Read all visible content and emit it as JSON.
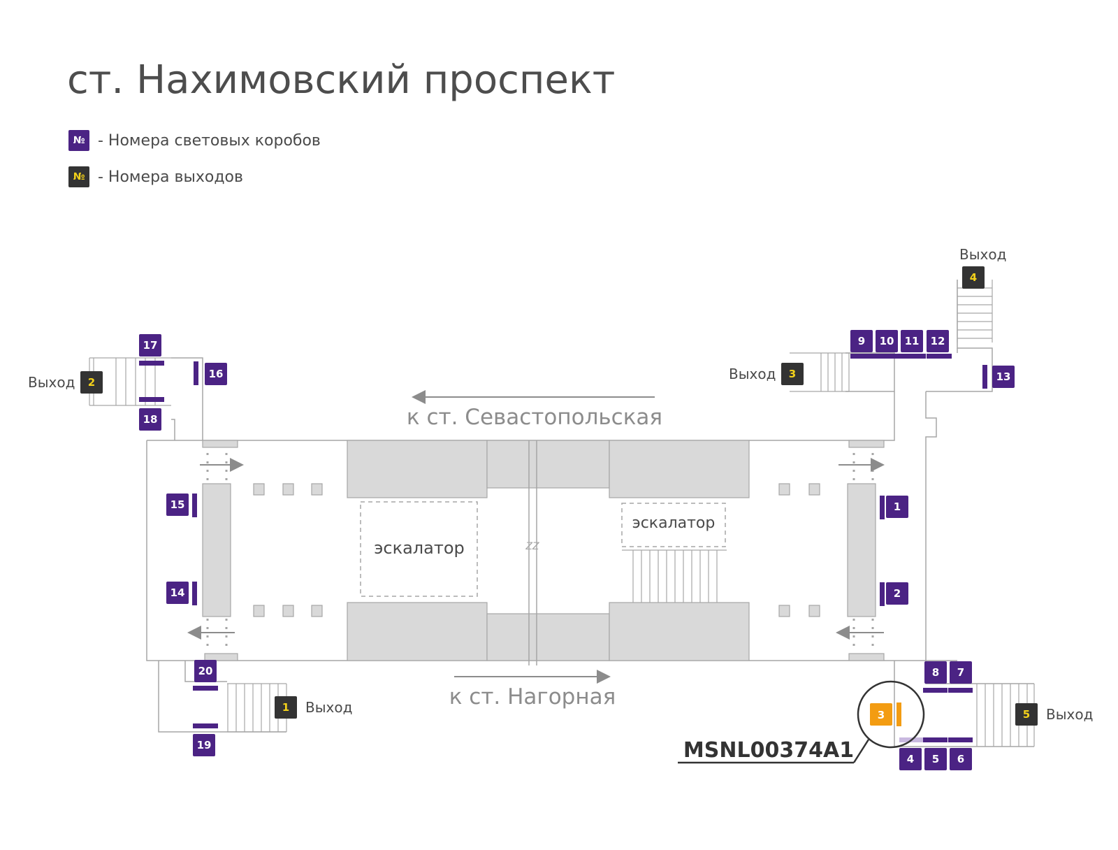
{
  "title": "ст. Нахимовский проспект",
  "legend": {
    "boxes_symbol": "№",
    "boxes_label": "- Номера световых коробов",
    "exits_symbol": "№",
    "exits_label": "- Номера выходов"
  },
  "directions": {
    "upper": "к ст. Севастопольская",
    "lower": "к ст. Нагорная"
  },
  "escalator_left": "эскалатор",
  "escalator_right": "эскалатор",
  "exit_word": "Выход",
  "exits": [
    "1",
    "2",
    "3",
    "4",
    "5"
  ],
  "lightboxes": [
    "1",
    "2",
    "3",
    "4",
    "5",
    "6",
    "7",
    "8",
    "9",
    "10",
    "11",
    "12",
    "13",
    "14",
    "15",
    "16",
    "17",
    "18",
    "19",
    "20"
  ],
  "highlight": {
    "box_number": "3",
    "code": "MSNL00374A1"
  },
  "colors": {
    "box": "#4b2384",
    "exit_bg": "#333333",
    "exit_text": "#f4d21a",
    "highlight": "#f39c12",
    "block": "#d9d9d9"
  }
}
